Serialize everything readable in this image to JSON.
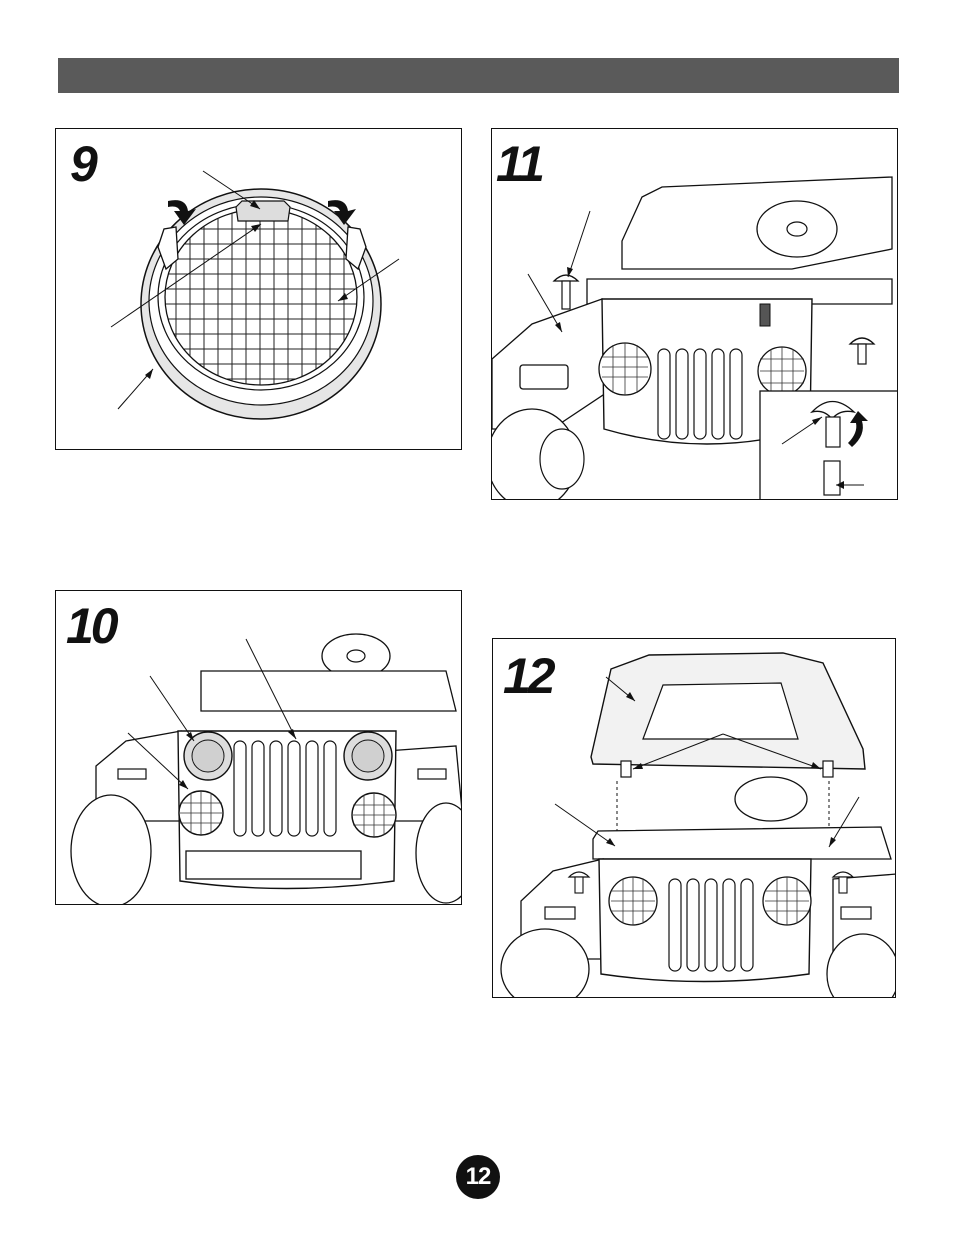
{
  "steps": [
    {
      "number": "9"
    },
    {
      "number": "11"
    },
    {
      "number": "10"
    },
    {
      "number": "12"
    }
  ],
  "page_number": "12"
}
